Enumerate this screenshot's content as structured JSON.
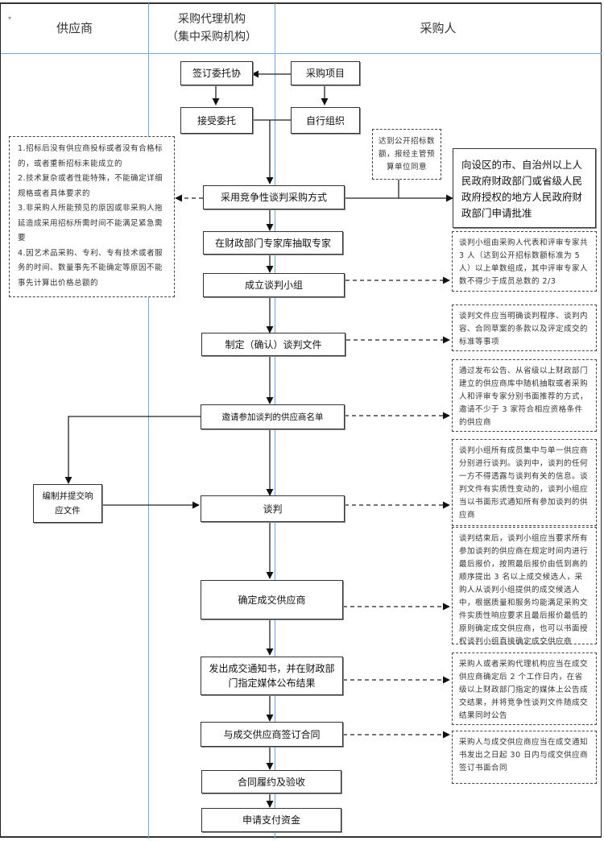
{
  "lanes": {
    "supplier": "供应商",
    "agency_line1": "采购代理机构",
    "agency_line2": "（集中采购机构）",
    "purchaser": "采购人"
  },
  "colors": {
    "lane_divider": "#6fa8dc",
    "box_border": "#333333",
    "text": "#111111"
  },
  "process": {
    "sign_agreement": "签订委托协",
    "procurement_project": "采购项目",
    "accept_entrust": "接受委托",
    "self_organize": "自行组织",
    "adopt_method": "采用竞争性谈判采购方式",
    "draw_experts": "在财政部门专家库抽取专家",
    "form_team": "成立谈判小组",
    "prepare_docs": "制定（确认）谈判文件",
    "invite_list": "邀请参加谈判的供应商名单",
    "negotiate": "谈判",
    "determine_supplier": "确定成交供应商",
    "issue_notice": "发出成交通知书，并在财政部门指定媒体公布结果",
    "sign_contract": "与成交供应商签订合同",
    "perform_accept": "合同履约及验收",
    "apply_payment": "申请支付资金",
    "supplier_submit": "编制并提交响应文件",
    "approval": "向设区的市、自治州以上人民政府财政部门或省级人民政府授权的地方人民政府财政部门申请批准"
  },
  "notes": {
    "conditions": [
      "1.招标后没有供应商投标或者没有合格标的，或者重新招标未能成立的",
      "2.技术复杂或者性能特殊，不能确定详细规格或者具体要求的",
      "3.非采购人所能预见的原因或非采购人拖延造成采用招标所需时间不能满足紧急需要",
      "4.因艺术品采购、专利、专有技术或者服务的时间、数量事先不能确定等原因不能事先计算出价格总额的"
    ],
    "threshold": "达到公开招标数额，报经主管预算单位同意",
    "team": "谈判小组由采购人代表和评审专家共 3 人（达到公开招标数额标准为 5 人）以上单数组成，其中评审专家人数不得少于成员总数的 2/3",
    "docs": "谈判文件应当明确谈判程序、谈判内容、合同草案的条款以及评定成交的标准等事项",
    "invite": "通过发布公告、从省级以上财政部门建立的供应商库中随机抽取或者采购人和评审专家分别书面推荐的方式，邀请不少于 3 家符合相应资格条件的供应商",
    "negotiate": "谈判小组所有成员集中与单一供应商分别进行谈判。谈判中，谈判的任何一方不得透露与谈判有关的信息。谈判文件有实质性变动的，谈判小组应当以书面形式通知所有参加谈判的供应商",
    "determine": "谈判结束后，谈判小组应当要求所有参加谈判的供应商在规定时间内进行最后报价，按照最后报价由低到高的顺序提出 3 名以上成交候选人，采购人从谈判小组提供的成交候选人中，根据质量和服务均能满足采购文件实质性响应要求且最后报价最低的原则确定成交供应商，也可以书面授权谈判小组直接确定成交供应商",
    "announce": "采购人或者采购代理机构应当在成交供应商确定后 2 个工作日内，在省级以上财政部门指定的媒体上公告成交结果，并将竞争性谈判文件随成交结果同时公告",
    "contract": "采购人与成交供应商应当在成交通知书发出之日起 30 日内与成交供应商签订书面合同"
  }
}
